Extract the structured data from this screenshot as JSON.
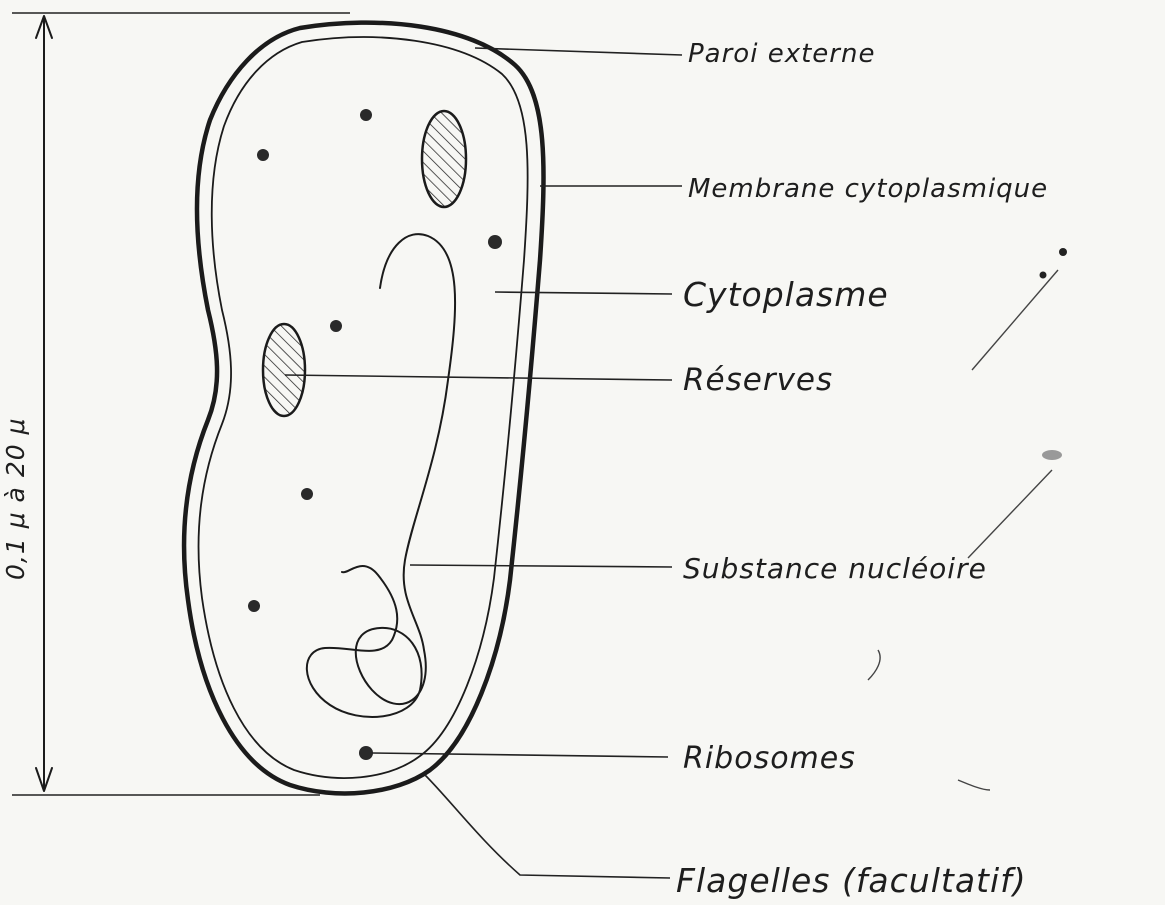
{
  "diagram": {
    "labels": {
      "paroi_externe": "Paroi externe",
      "membrane": "Membrane cytoplasmique",
      "cytoplasme": "Cytoplasme",
      "reserves": "Réserves",
      "substance_nucleoire": "Substance nucléoire",
      "ribosomes": "Ribosomes",
      "flagelles": "Flagelles (facultatif)"
    },
    "dimension": {
      "text": "0,1 μ à 20 μ"
    }
  }
}
